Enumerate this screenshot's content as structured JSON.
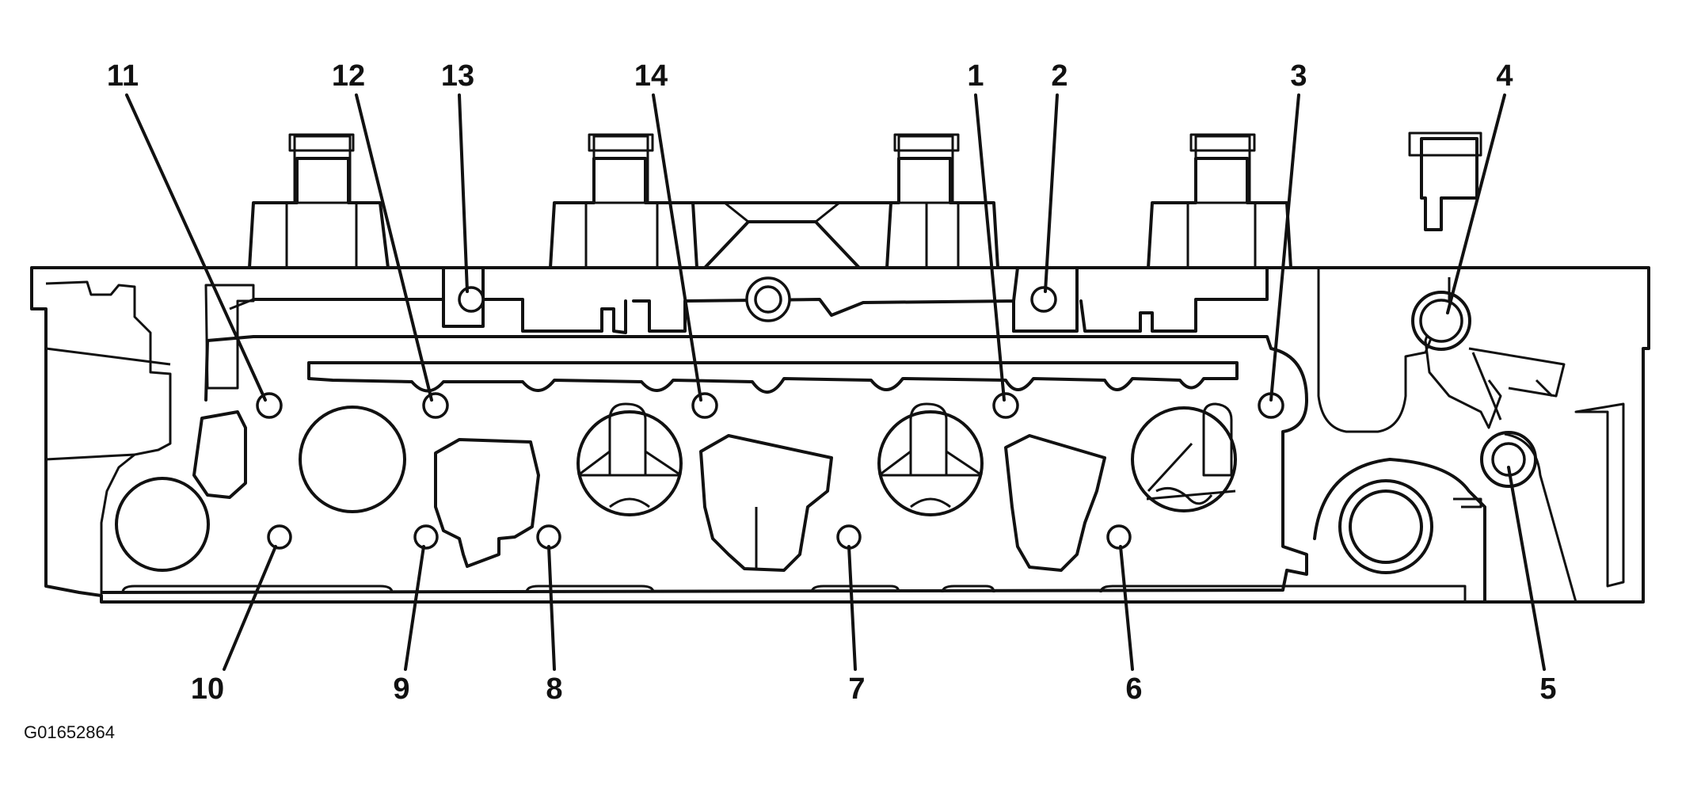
{
  "figure_id": "G01652864",
  "callouts": [
    {
      "label": "1"
    },
    {
      "label": "2"
    },
    {
      "label": "3"
    },
    {
      "label": "4"
    },
    {
      "label": "5"
    },
    {
      "label": "6"
    },
    {
      "label": "7"
    },
    {
      "label": "8"
    },
    {
      "label": "9"
    },
    {
      "label": "10"
    },
    {
      "label": "11"
    },
    {
      "label": "12"
    },
    {
      "label": "13"
    },
    {
      "label": "14"
    }
  ]
}
